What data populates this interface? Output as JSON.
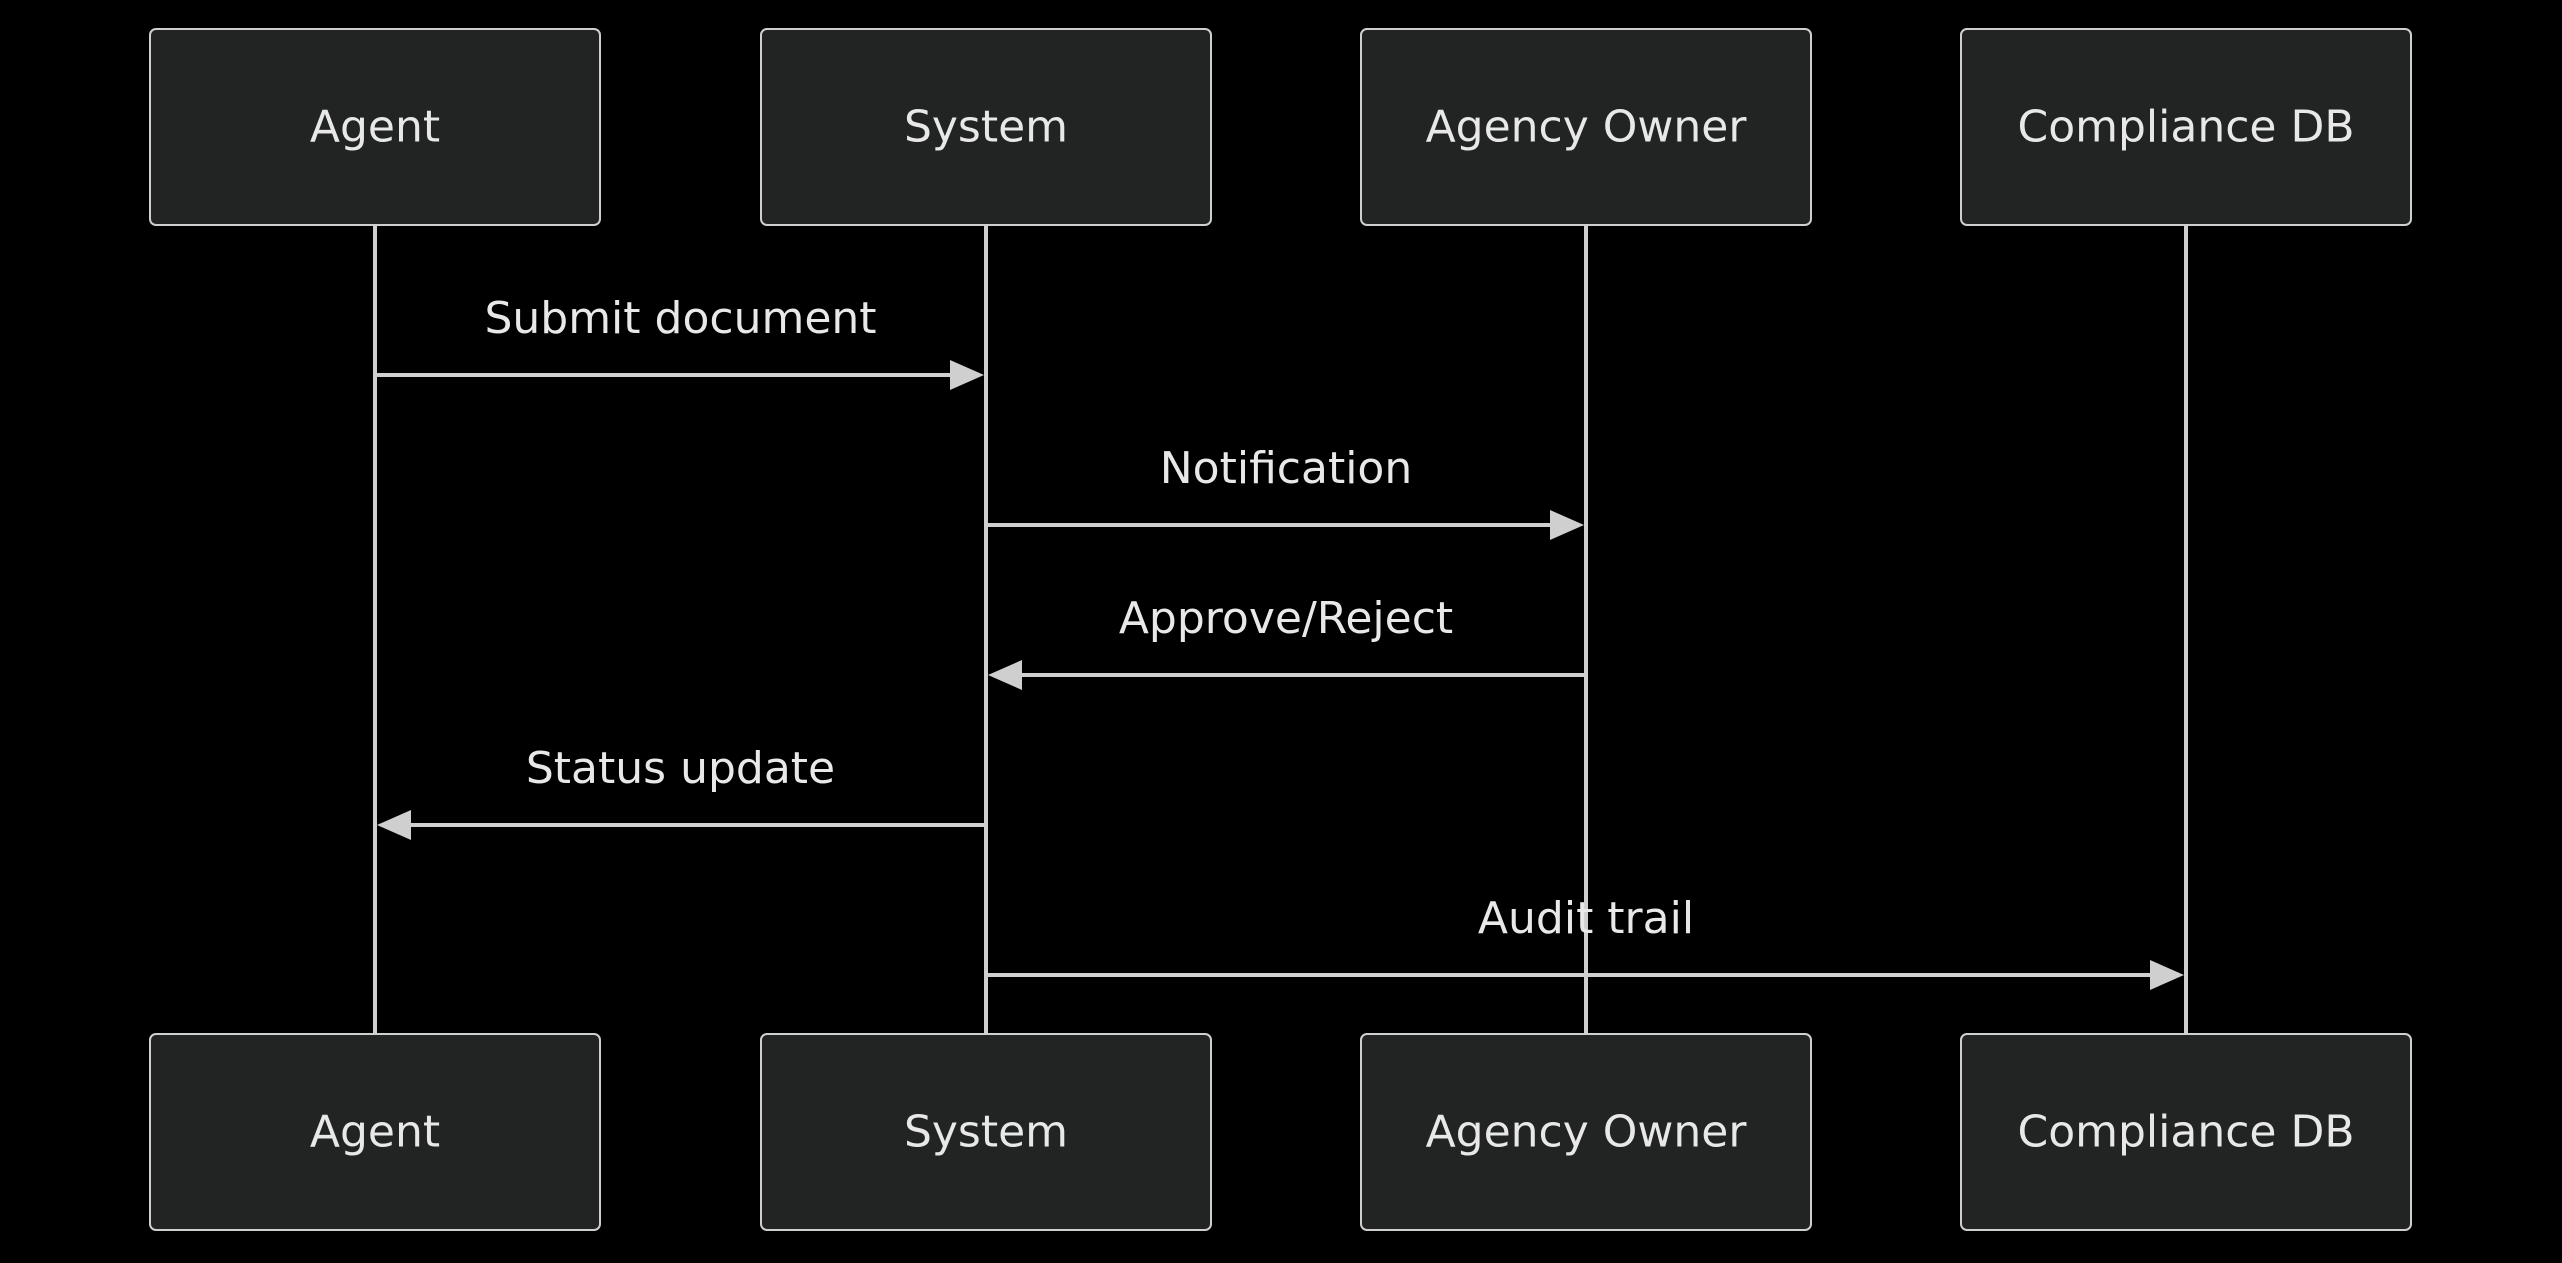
{
  "diagram": {
    "type": "sequence",
    "actors": [
      {
        "id": "agent",
        "label": "Agent"
      },
      {
        "id": "system",
        "label": "System"
      },
      {
        "id": "owner",
        "label": "Agency Owner"
      },
      {
        "id": "compliance",
        "label": "Compliance DB"
      }
    ],
    "messages": [
      {
        "from": "agent",
        "to": "system",
        "label": "Submit document"
      },
      {
        "from": "system",
        "to": "owner",
        "label": "Notification"
      },
      {
        "from": "owner",
        "to": "system",
        "label": "Approve/Reject"
      },
      {
        "from": "system",
        "to": "agent",
        "label": "Status update"
      },
      {
        "from": "system",
        "to": "compliance",
        "label": "Audit trail"
      }
    ],
    "colors": {
      "background": "#000000",
      "actor_fill": "#222323",
      "stroke": "#cfcfcf",
      "text": "#e8e8e8"
    }
  }
}
